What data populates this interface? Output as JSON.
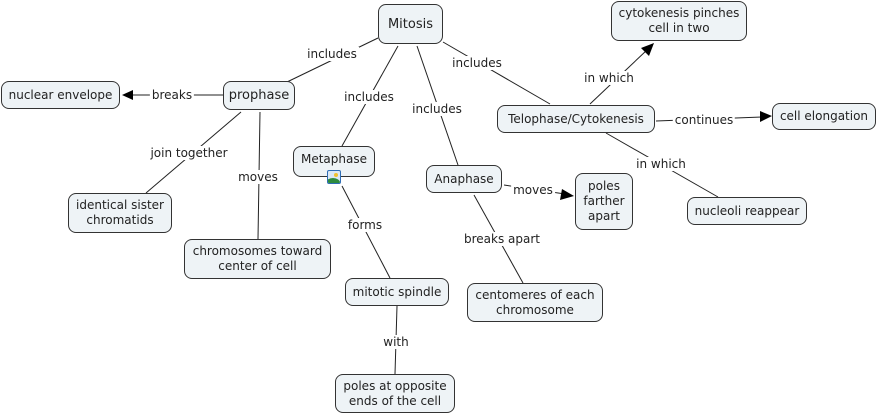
{
  "concept_map": {
    "title": "Mitosis",
    "colors": {
      "node_fill": "#eef3f6",
      "node_border": "#333333",
      "text": "#222222",
      "line": "#222222"
    },
    "nodes": {
      "mitosis": "Mitosis",
      "prophase": "prophase",
      "nuclear_envelope": "nuclear envelope",
      "sister_chromatids": "identical sister\nchromatids",
      "chromosomes_center": "chromosomes toward\ncenter of cell",
      "metaphase": "Metaphase",
      "mitotic_spindle": "mitotic spindle",
      "poles_opposite": "poles at opposite\nends of the cell",
      "anaphase": "Anaphase",
      "poles_farther": "poles\nfarther\napart",
      "centomeres": "centomeres of each\nchromosome",
      "telophase": "Telophase/Cytokenesis",
      "cytokenesis_pinches": "cytokenesis pinches\ncell in two",
      "cell_elongation": "cell elongation",
      "nucleoli": "nucleoli reappear"
    },
    "links": {
      "mitosis_prophase": "includes",
      "mitosis_metaphase": "includes",
      "mitosis_anaphase": "includes",
      "mitosis_telophase": "includes",
      "prophase_envelope": "breaks",
      "prophase_chromatids": "join together",
      "prophase_chromosomes": "moves",
      "metaphase_spindle": "forms",
      "spindle_poles": "with",
      "anaphase_poles": "moves",
      "anaphase_centomeres": "breaks apart",
      "telophase_pinches": "in which",
      "telophase_elongation": "continues",
      "telophase_nucleoli": "in which"
    },
    "metaphase_attachment_icon": "image-icon"
  }
}
